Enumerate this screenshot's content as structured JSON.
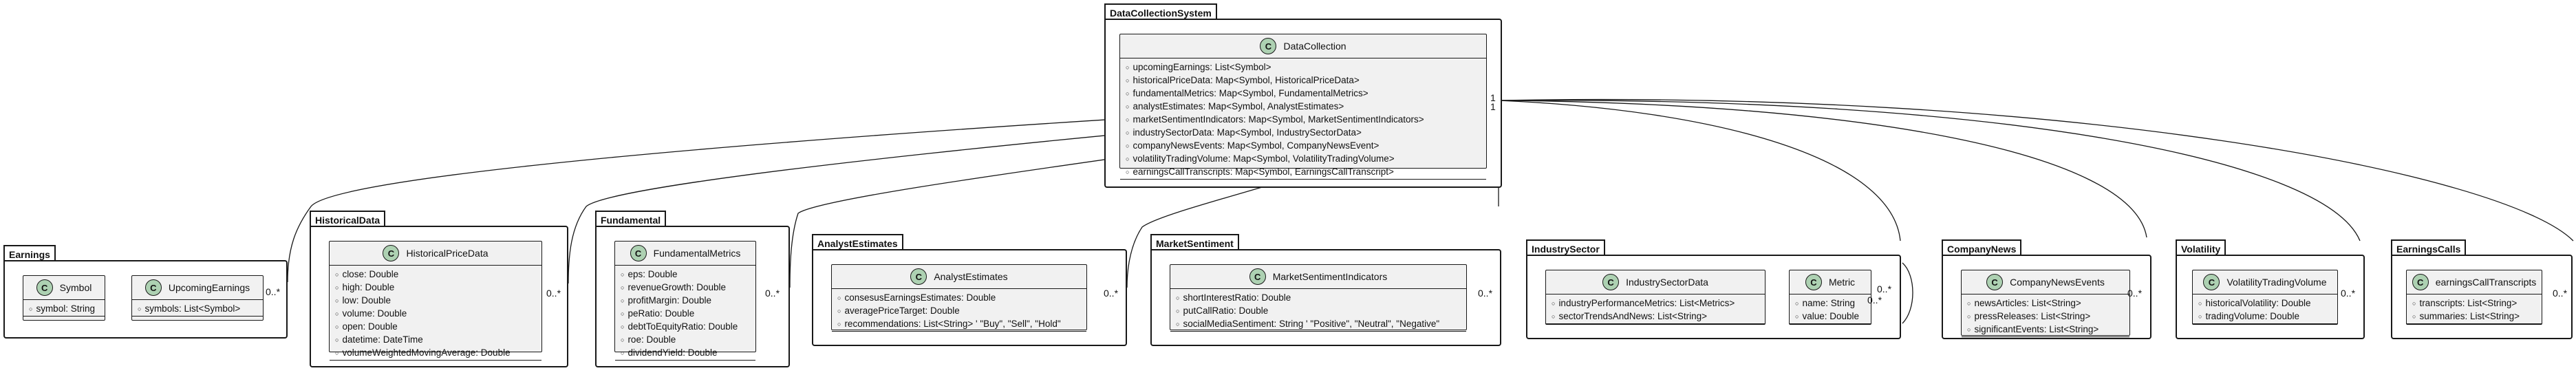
{
  "packages": {
    "datacollection": "DataCollectionSystem",
    "earnings": "Earnings",
    "historical": "HistoricalData",
    "fundamental": "Fundamental",
    "analyst": "AnalystEstimates",
    "sentiment": "MarketSentiment",
    "industry": "IndustrySector",
    "news": "CompanyNews",
    "volatility": "Volatility",
    "calls": "EarningsCalls"
  },
  "classes": {
    "datacollection": {
      "name": "DataCollection",
      "badge": "C",
      "attributes": [
        "upcomingEarnings: List<Symbol>",
        "historicalPriceData: Map<Symbol, HistoricalPriceData>",
        "fundamentalMetrics: Map<Symbol, FundamentalMetrics>",
        "analystEstimates: Map<Symbol, AnalystEstimates>",
        "marketSentimentIndicators: Map<Symbol, MarketSentimentIndicators>",
        "industrySectorData: Map<Symbol, IndustrySectorData>",
        "companyNewsEvents: Map<Symbol, CompanyNewsEvent>",
        "volatilityTradingVolume: Map<Symbol, VolatilityTradingVolume>",
        "earningsCallTranscripts: Map<Symbol, EarningsCallTranscript>"
      ]
    },
    "symbol": {
      "name": "Symbol",
      "badge": "C",
      "attributes": [
        "symbol: String"
      ]
    },
    "upcoming": {
      "name": "UpcomingEarnings",
      "badge": "C",
      "attributes": [
        "symbols: List<Symbol>"
      ]
    },
    "historical": {
      "name": "HistoricalPriceData",
      "badge": "C",
      "attributes": [
        "close: Double",
        "high: Double",
        "low: Double",
        "volume: Double",
        "open: Double",
        "datetime: DateTime",
        "volumeWeightedMovingAverage: Double"
      ]
    },
    "fundamental": {
      "name": "FundamentalMetrics",
      "badge": "C",
      "attributes": [
        "eps: Double",
        "revenueGrowth: Double",
        "profitMargin: Double",
        "peRatio: Double",
        "debtToEquityRatio: Double",
        "roe: Double",
        "dividendYield: Double"
      ]
    },
    "analyst": {
      "name": "AnalystEstimates",
      "badge": "C",
      "attributes": [
        "consesusEarningsEstimates: Double",
        "averagePriceTarget: Double",
        "recommendations: List<String> ' \"Buy\", \"Sell\", \"Hold\""
      ]
    },
    "sentiment": {
      "name": "MarketSentimentIndicators",
      "badge": "C",
      "attributes": [
        "shortInterestRatio: Double",
        "putCallRatio: Double",
        "socialMediaSentiment: String ' \"Positive\", \"Neutral\", \"Negative\""
      ]
    },
    "industry": {
      "name": "IndustrySectorData",
      "badge": "C",
      "attributes": [
        "industryPerformanceMetrics: List<Metrics>",
        "sectorTrendsAndNews: List<String>"
      ]
    },
    "metric": {
      "name": "Metric",
      "badge": "C",
      "attributes": [
        "name: String",
        "value: Double"
      ]
    },
    "news": {
      "name": "CompanyNewsEvents",
      "badge": "C",
      "attributes": [
        "newsArticles: List<String>",
        "pressReleases: List<String>",
        "significantEvents: List<String>"
      ]
    },
    "volatility": {
      "name": "VolatilityTradingVolume",
      "badge": "C",
      "attributes": [
        "historicalVolatility: Double",
        "tradingVolume: Double"
      ]
    },
    "calls": {
      "name": "earningsCallTranscripts",
      "badge": "C",
      "attributes": [
        "transcripts: List<String>",
        "summaries: List<String>"
      ]
    }
  },
  "multiplicities": {
    "source_a": "1",
    "source_b": "1",
    "many": "0..*"
  }
}
